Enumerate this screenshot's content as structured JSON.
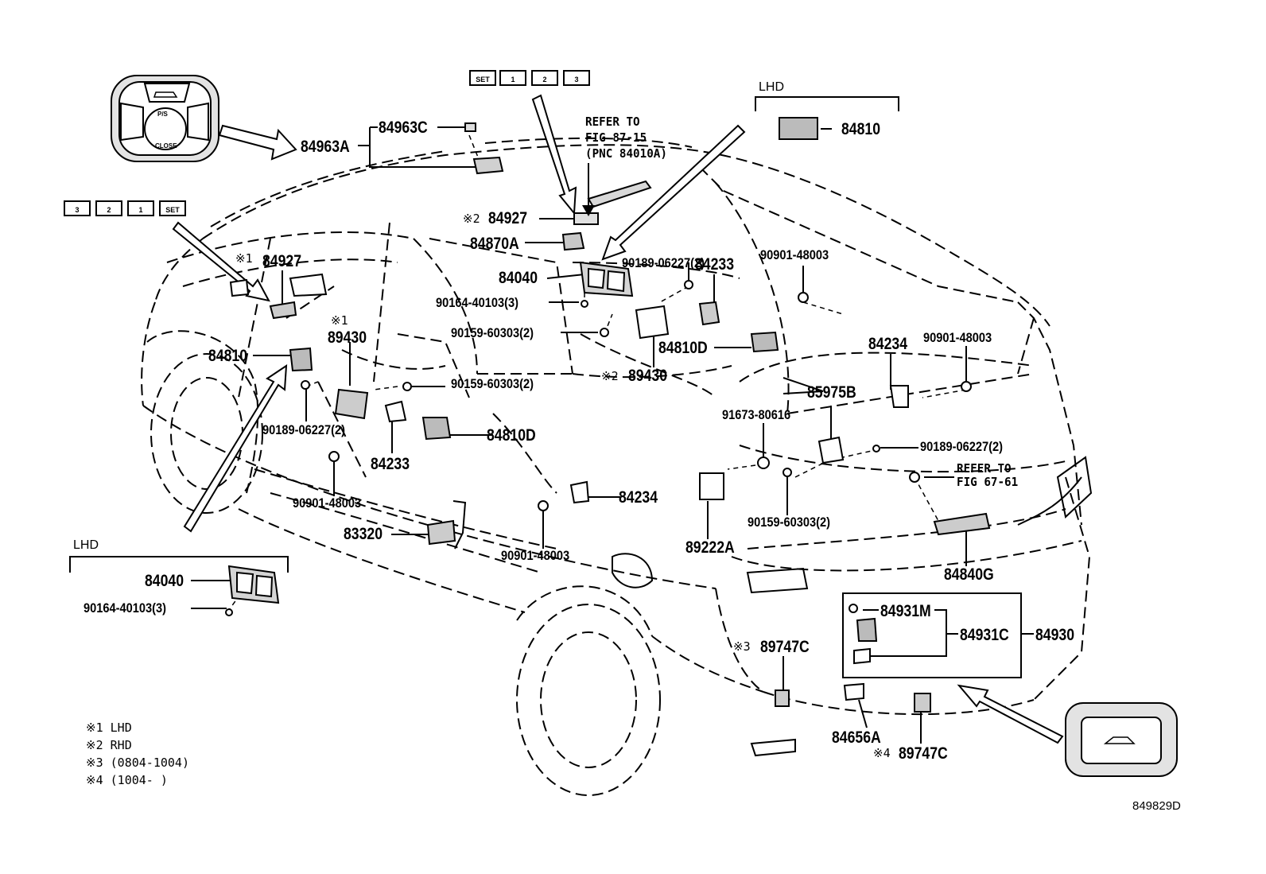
{
  "parts": {
    "p84963A": "84963A",
    "p84963C": "84963C",
    "p84927_rhd": "84927",
    "p84870A": "84870A",
    "p84040_top": "84040",
    "p90164_top": "90164-40103(3)",
    "p90159_a": "90159-60303(2)",
    "p90159_b": "90159-60303(2)",
    "p90159_c": "90159-60303(2)",
    "p84927_lhd": "84927",
    "p89430_lhd": "89430",
    "p89430_rhd": "89430",
    "p84810_left": "84810",
    "p84810_lhd_box": "84810",
    "p84810D_a": "84810D",
    "p84810D_b": "84810D",
    "p90189_a": "90189-06227(2)",
    "p90189_b": "90189-06227(2)",
    "p90189_c": "90189-06227(2)",
    "p84233_a": "84233",
    "p84233_b": "84233",
    "p84234_a": "84234",
    "p84234_b": "84234",
    "p90901_a": "90901-48003",
    "p90901_b": "90901-48003",
    "p90901_c": "90901-48003",
    "p90901_d": "90901-48003",
    "p85975B": "85975B",
    "p91673": "91673-80616",
    "p83320": "83320",
    "p89222A": "89222A",
    "p84840G": "84840G",
    "p84931M": "84931M",
    "p84931C": "84931C",
    "p84930": "84930",
    "p89747C_a": "89747C",
    "p89747C_b": "89747C",
    "p84656A": "84656A",
    "p84040_lhd_box": "84040",
    "p90164_lhd_box": "90164-40103(3)"
  },
  "marks": {
    "m1": "※1",
    "m1b": "※1",
    "m2": "※2",
    "m2b": "※2",
    "m3": "※3",
    "m4": "※4"
  },
  "refer_top": [
    "REFER TO",
    "FIG 87-15",
    "(PNC 84010A)"
  ],
  "refer_rear": [
    "REFER TO",
    "FIG 67-61"
  ],
  "lhd_top": "LHD",
  "lhd_bottom": "LHD",
  "buttons_top": [
    "SET",
    "1",
    "2",
    "3"
  ],
  "buttons_left": [
    "3",
    "2",
    "1",
    "SET"
  ],
  "remote": {
    "top": "P/S",
    "bottom": "CLOSE"
  },
  "legend": [
    "※1 LHD",
    "※2 RHD",
    "※3 (0804-1004)",
    "※4 (1004-      )"
  ],
  "figure_code": "849829D"
}
